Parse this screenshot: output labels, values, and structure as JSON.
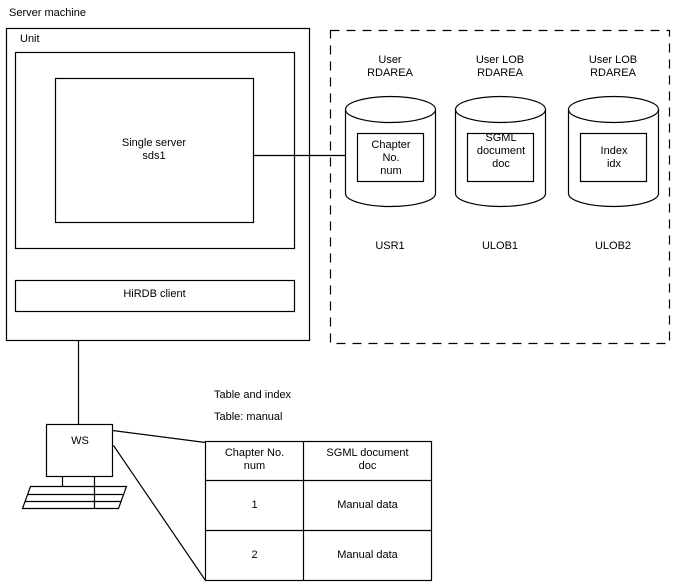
{
  "diagram": {
    "server_machine_label": "Server machine",
    "unit_label": "Unit",
    "single_server_label": "Single server\nsds1",
    "hirdb_client_label": "HiRDB client",
    "workstation_label": "WS"
  },
  "rdareas": [
    {
      "kind_label": "User\nRDAREA",
      "content_label": "Chapter\nNo.\nnum",
      "area_name": "USR1"
    },
    {
      "kind_label": "User LOB\nRDAREA",
      "content_label": "SGML\ndocument\ndoc",
      "area_name": "ULOB1"
    },
    {
      "kind_label": "User LOB\nRDAREA",
      "content_label": "Index\nidx",
      "area_name": "ULOB2"
    }
  ],
  "table_section": {
    "caption": "Table and index",
    "table_name": "Table: manual",
    "columns": [
      "Chapter No.\nnum",
      "SGML document\ndoc"
    ],
    "rows": [
      [
        "1",
        "Manual data"
      ],
      [
        "2",
        "Manual data"
      ]
    ]
  },
  "colors": {
    "stroke": "#000000",
    "background": "#ffffff"
  }
}
